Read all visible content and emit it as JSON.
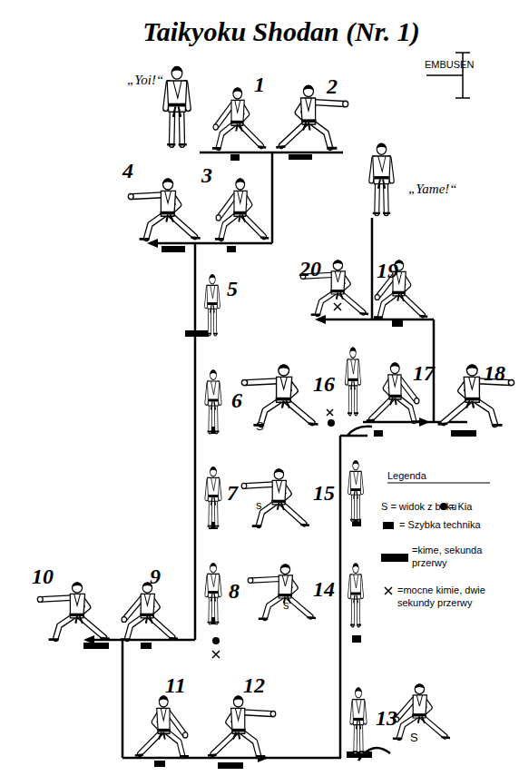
{
  "diagram": {
    "title": "Taikyoku Shodan (Nr. 1)",
    "labels": [
      "„Yoi!“",
      "1",
      "2",
      "EMBUSEN",
      "4",
      "3",
      "„Yame!“",
      "20",
      "19",
      "5",
      "6",
      "16",
      "17",
      "18",
      "S",
      "7",
      "15",
      "s",
      "Legenda",
      "10",
      "9",
      "8",
      "14",
      "s",
      "11",
      "12",
      "13",
      "S"
    ],
    "legend": [
      {
        "text": "S = widok z boku"
      },
      {
        "text": "= Kia"
      },
      {
        "text": "= Szybka technika",
        "color": "#000000"
      },
      {
        "text": "=kime, sekunda przerwy",
        "color": "#000000"
      },
      {
        "text": "=mocne kimie, dwie sekundy przerwy"
      }
    ]
  }
}
